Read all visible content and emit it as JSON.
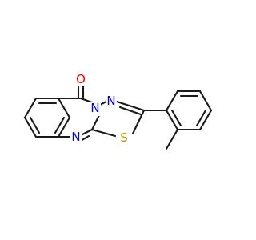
{
  "molecule": {
    "atoms": {
      "O": {
        "text": "O",
        "color": "#ff0000"
      },
      "N_upper": {
        "text": "N",
        "color": "#0000ff"
      },
      "N_imine": {
        "text": "N",
        "color": "#0000ff"
      },
      "N_lower": {
        "text": "N",
        "color": "#0000ff"
      },
      "S": {
        "text": "S",
        "color": "#b3a000"
      }
    },
    "bond_color": "#1a1a1a"
  }
}
